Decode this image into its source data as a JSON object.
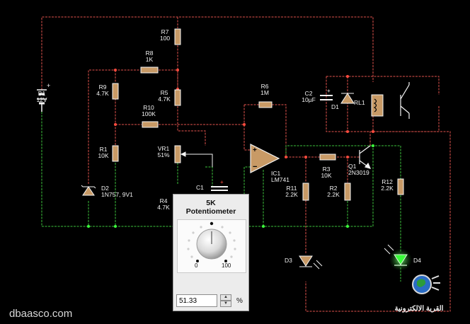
{
  "components": {
    "b1": {
      "ref": "B1",
      "value": "12V"
    },
    "r7": {
      "ref": "R7",
      "value": "100"
    },
    "r8": {
      "ref": "R8",
      "value": "1K"
    },
    "r9": {
      "ref": "R9",
      "value": "4.7K"
    },
    "r5": {
      "ref": "R5",
      "value": "4.7K"
    },
    "r6": {
      "ref": "R6",
      "value": "1M"
    },
    "r10": {
      "ref": "R10",
      "value": "100K"
    },
    "r1": {
      "ref": "R1",
      "value": "10K"
    },
    "vr1": {
      "ref": "VR1",
      "value": "51%"
    },
    "c1": {
      "ref": "C1"
    },
    "c2": {
      "ref": "C2",
      "value": "10µF"
    },
    "d1": {
      "ref": "D1"
    },
    "rl1": {
      "ref": "RL1"
    },
    "d2": {
      "ref": "D2",
      "value": "1N757, 9V1"
    },
    "r4": {
      "ref": "R4",
      "value": "4.7K"
    },
    "ic1": {
      "ref": "IC1",
      "value": "LM741"
    },
    "r3": {
      "ref": "R3",
      "value": "10K"
    },
    "q1": {
      "ref": "Q1",
      "value": "2N3019"
    },
    "r11": {
      "ref": "R11",
      "value": "2.2K"
    },
    "r2": {
      "ref": "R2",
      "value": "2.2K"
    },
    "r12": {
      "ref": "R12",
      "value": "2.2K"
    },
    "d3": {
      "ref": "D3"
    },
    "d4": {
      "ref": "D4"
    }
  },
  "potentiometer_panel": {
    "title_line1": "5K",
    "title_line2": "Potentiometer",
    "scale_min": "0",
    "scale_max": "100",
    "value": "51.33",
    "unit": "%"
  },
  "watermark": "dbaasco.com",
  "logo_text": "القرية الالكترونية",
  "colors": {
    "background": "#000000",
    "wire_positive": "#e0524b",
    "wire_ground": "#3dc23d",
    "component": "#f5f5f5",
    "resistor_body": "#c89a66",
    "led_on": "#39ff39"
  }
}
